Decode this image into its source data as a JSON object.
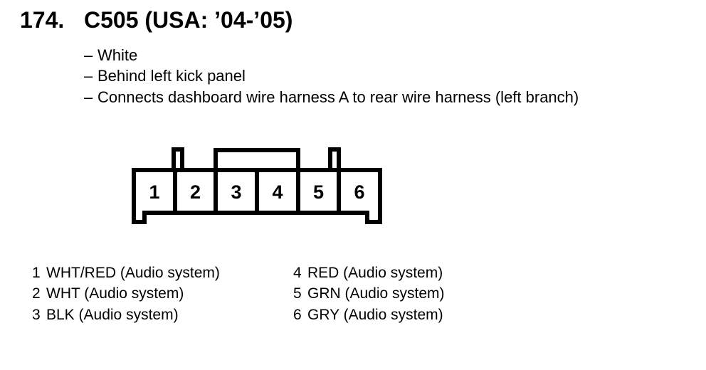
{
  "page": {
    "colors": {
      "ink": "#000000",
      "paper": "#ffffff"
    }
  },
  "heading": {
    "index": "174.",
    "title": "C505 (USA: ’04-’05)"
  },
  "notes": {
    "bullet": "–",
    "items": [
      "White",
      "Behind left kick panel",
      "Connects dashboard wire harness A to rear wire harness (left branch)"
    ]
  },
  "connector": {
    "pins": [
      "1",
      "2",
      "3",
      "4",
      "5",
      "6"
    ]
  },
  "pinout": {
    "columns": [
      {
        "rows": [
          {
            "pin": "1",
            "label": "WHT/RED (Audio system)"
          },
          {
            "pin": "2",
            "label": "WHT (Audio system)"
          },
          {
            "pin": "3",
            "label": "BLK (Audio system)"
          }
        ]
      },
      {
        "rows": [
          {
            "pin": "4",
            "label": "RED (Audio system)"
          },
          {
            "pin": "5",
            "label": "GRN (Audio system)"
          },
          {
            "pin": "6",
            "label": "GRY (Audio system)"
          }
        ]
      }
    ]
  }
}
